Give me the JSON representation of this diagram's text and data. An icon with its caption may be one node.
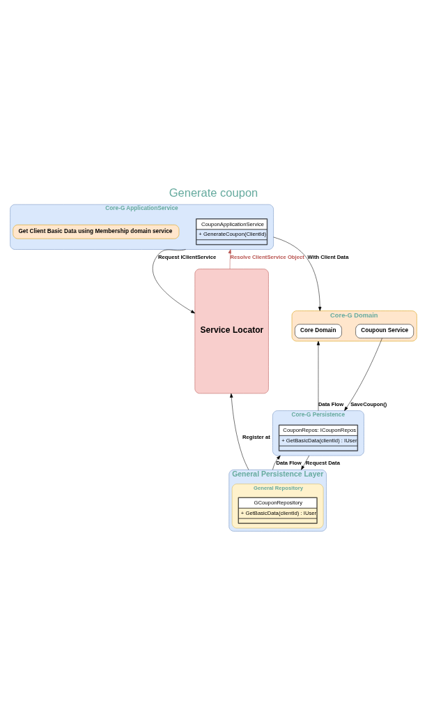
{
  "diagram": {
    "title": "Generate coupon",
    "nodes": [
      {
        "text": [
          "Core-G ApplicationService"
        ]
      },
      {
        "text": [
          "CouponApplicationService",
          "+ GenerateCoupon(ClientId)"
        ],
        "in": 0
      },
      {
        "text": [
          "Get Client Basic Data using Membership domain service"
        ],
        "in": 0
      },
      {
        "text": [
          "Service Locator"
        ]
      },
      {
        "text": [
          "Core-G Domain"
        ]
      },
      {
        "text": [
          "Core Domain"
        ],
        "in": 4
      },
      {
        "text": [
          "Coupoun Service"
        ],
        "in": 4
      },
      {
        "text": [
          "Core-G Persistence"
        ]
      },
      {
        "text": [
          "CouponRepos: ICouponRepos",
          "+ GetBasicData(clientId) : IUser"
        ],
        "in": 7
      },
      {
        "text": [
          "General Persistence Layer"
        ]
      },
      {
        "text": [
          "General Repository"
        ],
        "in": 9
      },
      {
        "text": [
          "GCouponRepository",
          "+ GetBasicData(clientId) : IUser"
        ],
        "in": 10
      }
    ],
    "edges": [
      {
        "from": 0,
        "to": 3,
        "arrow": "to",
        "label": "Request IClientService"
      },
      {
        "from": 3,
        "to": 0,
        "arrow": "to",
        "label": "Resolve ClientService Object",
        "color": "#b85450"
      },
      {
        "from": 0,
        "to": 4,
        "arrow": "to",
        "label": "With Client Data"
      },
      {
        "from": 7,
        "to": 4,
        "arrow": "to",
        "label": "Data Flow"
      },
      {
        "from": 6,
        "to": 7,
        "arrow": "to",
        "label": "SaveCoupon()"
      },
      {
        "from": 9,
        "to": 7,
        "arrow": "to",
        "label": "Data Flow"
      },
      {
        "from": 7,
        "to": 9,
        "arrow": "to",
        "label": "Request Data"
      },
      {
        "from": 9,
        "to": 3,
        "arrow": "to",
        "label": "Register at"
      }
    ]
  }
}
